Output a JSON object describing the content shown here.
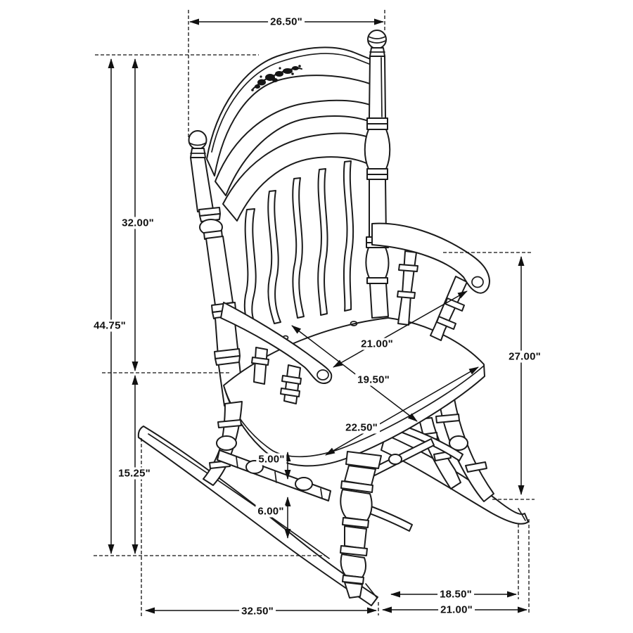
{
  "page": {
    "background": "#ffffff",
    "line_color": "#1b1b1b",
    "text_color": "#111111",
    "subject": "rocking chair dimension diagram",
    "view": "three-quarter front line drawing"
  },
  "dimensions": {
    "top_width": {
      "label": "26.50\""
    },
    "back_height": {
      "label": "32.00\""
    },
    "overall_height": {
      "label": "44.75\""
    },
    "seat_height": {
      "label": "15.25\""
    },
    "arm_span": {
      "label": "21.00\""
    },
    "seat_depth": {
      "label": "19.50\""
    },
    "seat_width": {
      "label": "22.50\""
    },
    "arm_height": {
      "label": "27.00\""
    },
    "rail_gap": {
      "label": "5.00\""
    },
    "stretcher_clearance": {
      "label": "6.00\""
    },
    "rocker_length": {
      "label": "32.50\""
    },
    "rocker_rear_run": {
      "label": "18.50\""
    },
    "rocker_rear_overall": {
      "label": "21.00\""
    }
  }
}
